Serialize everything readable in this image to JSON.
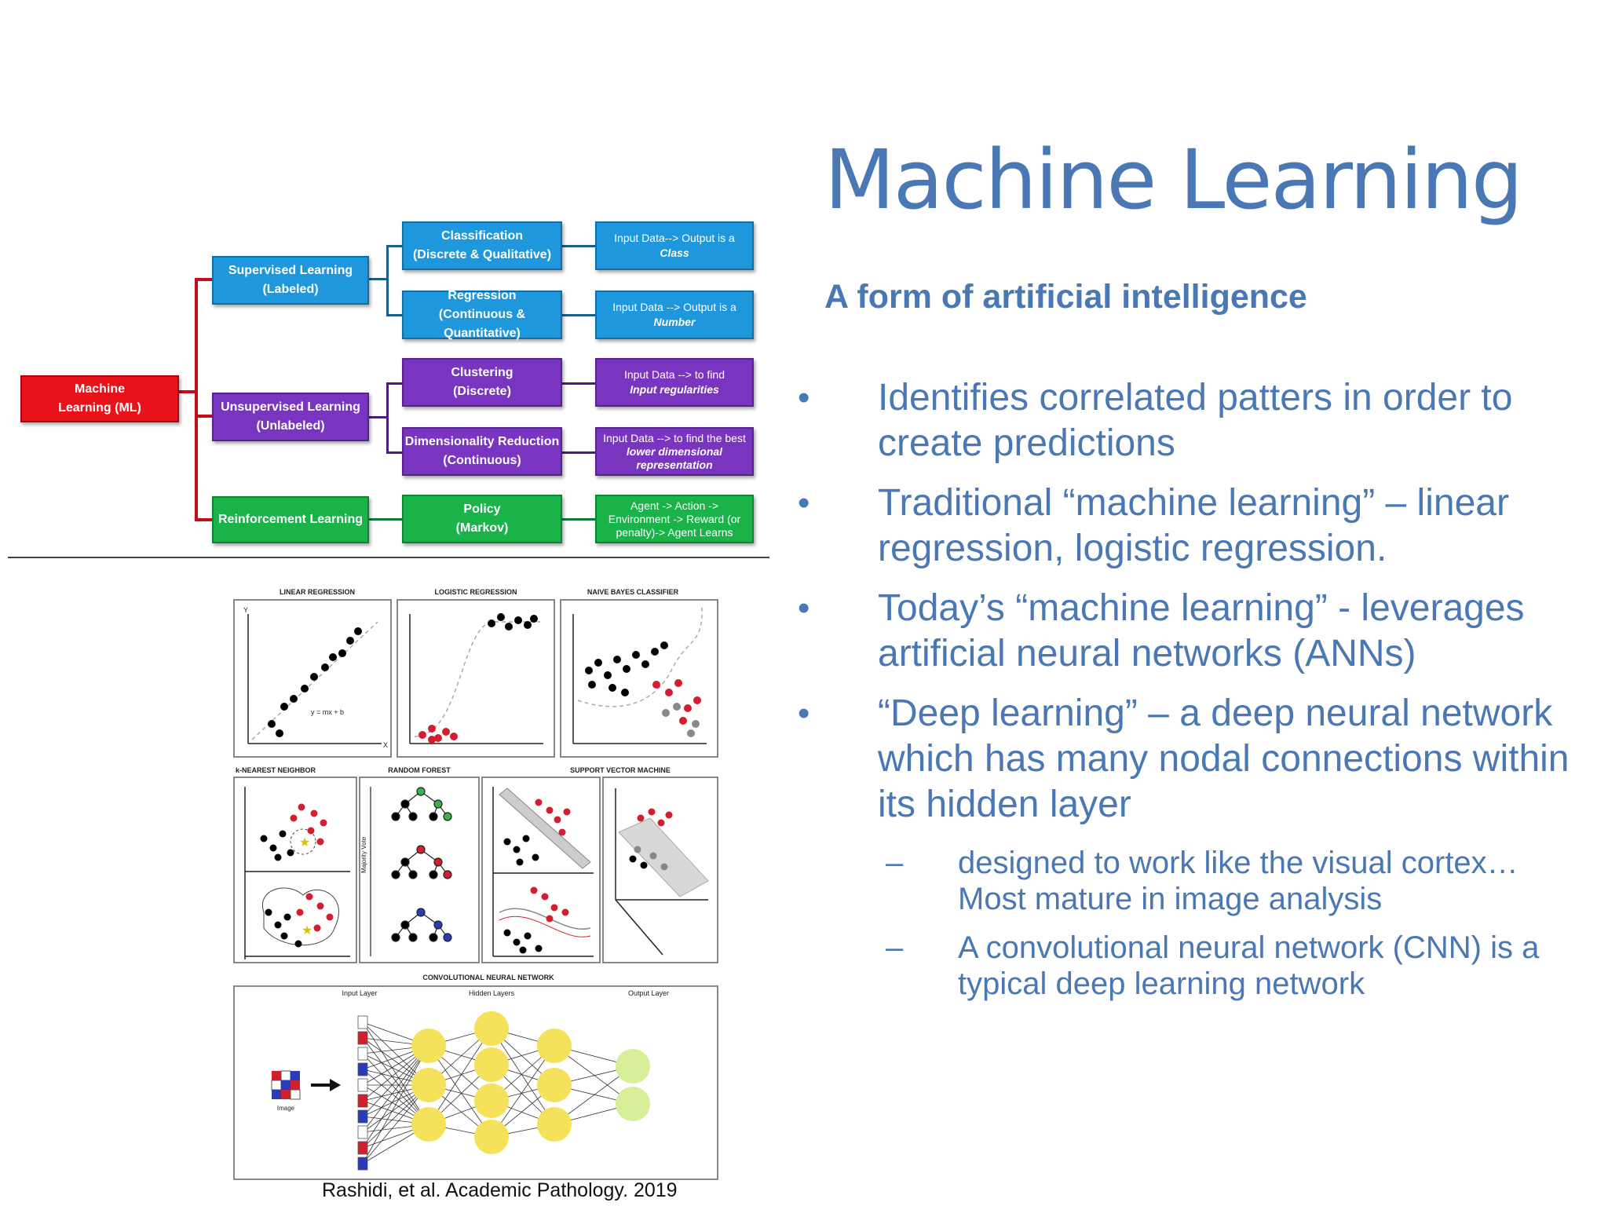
{
  "slide": {
    "title": "Machine Learning",
    "subtitle": "A form of artificial intelligence",
    "citation": "Rashidi, et al. Academic Pathology. 2019",
    "bullets": [
      {
        "text": "Identifies correlated patters in order to create predictions"
      },
      {
        "text": "Traditional “machine learning” – linear regression, logistic regression."
      },
      {
        "text": "Today’s “machine learning” - leverages artificial neural networks (ANNs)"
      },
      {
        "text": "“Deep learning” – a deep neural network which has many nodal connections within its hidden layer"
      }
    ],
    "subbullets": [
      {
        "text": "designed to work like the visual cortex…  Most mature in image analysis"
      },
      {
        "text": "A convolutional neural network (CNN) is a typical deep learning network"
      }
    ],
    "bullet_glyph": "•",
    "dash_glyph": "–"
  },
  "tree": {
    "root": {
      "line1": "Machine",
      "line2": "Learning (ML)"
    },
    "supervised": {
      "line1": "Supervised Learning",
      "line2": "(Labeled)"
    },
    "unsupervised": {
      "line1": "Unsupervised Learning",
      "line2": "(Unlabeled)"
    },
    "reinforcement": {
      "line1": "Reinforcement Learning"
    },
    "classification": {
      "line1": "Classification",
      "line2": "(Discrete & Qualitative)"
    },
    "regression": {
      "line1": "Regression",
      "line2": "(Continuous & Quantitative)"
    },
    "clustering": {
      "line1": "Clustering",
      "line2": "(Discrete)"
    },
    "dimred": {
      "line1": "Dimensionality Reduction",
      "line2": "(Continuous)"
    },
    "policy": {
      "line1": "Policy",
      "line2": "(Markov)"
    },
    "out_class": {
      "line1": "Input Data--> Output is a",
      "line2": "Class"
    },
    "out_reg": {
      "line1": "Input Data --> Output  is a",
      "line2": "Number"
    },
    "out_clust": {
      "line1": "Input Data --> to find",
      "line2": "Input regularities"
    },
    "out_dim": {
      "line1": "Input Data --> to find the best",
      "line2": "lower dimensional",
      "line3": "representation"
    },
    "out_policy": {
      "line1": "Agent -> Action ->",
      "line2": "Environment -> Reward (or",
      "line3": "penalty)-> Agent Learns"
    }
  },
  "figure": {
    "labels": {
      "linear": "LINEAR REGRESSION",
      "logistic": "LOGISTIC REGRESSION",
      "naive": "NAIVE BAYES CLASSIFIER",
      "knn": "k-NEAREST NEIGHBOR",
      "forest": "RANDOM FOREST",
      "svm": "SUPPORT VECTOR MACHINE",
      "cnn": "CONVOLUTIONAL NEURAL NETWORK",
      "input_layer": "Input Layer",
      "hidden_layers": "Hidden Layers",
      "output_layer": "Output Layer",
      "image": "Image",
      "linear_eq": "y = mx + b",
      "axis_x": "X",
      "axis_y": "Y",
      "majority": "Majority Vote"
    }
  },
  "colors": {
    "accent": "#4a78b4",
    "red": "#e8121b",
    "blue": "#1e97dd",
    "purple": "#7a35c0",
    "green": "#19b34a"
  }
}
